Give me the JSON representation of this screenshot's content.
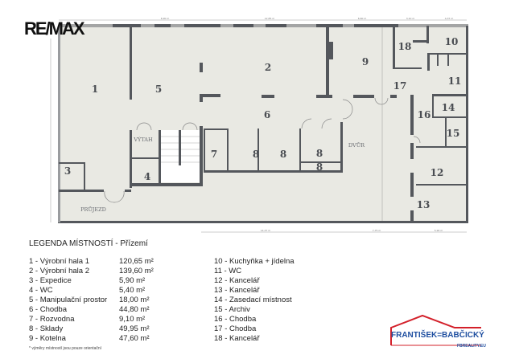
{
  "brand": {
    "logo": "RE/MAX",
    "agency": "FRANTIŠEK=BABČICKÝ",
    "agency_web": "FBREALITY.EU",
    "accent_red": "#d3202a",
    "accent_blue": "#1f4fa0"
  },
  "plan": {
    "rooms": {
      "r1": "1",
      "r2": "2",
      "r3": "3",
      "r4": "4",
      "r5": "5",
      "r6": "6",
      "r7": "7",
      "r8": "8",
      "r9": "9",
      "r10": "10",
      "r11": "11",
      "r12": "12",
      "r13": "13",
      "r14": "14",
      "r15": "15",
      "r16": "16",
      "r17": "17",
      "r18": "18"
    },
    "labels": {
      "elevator": "VÝTAH",
      "passage": "PRŮJEZD",
      "yard": "DVŮR"
    },
    "dimensions_top": [
      "6,90 m",
      "12,85 m",
      "6,60 m",
      "3,10 m",
      "4,37 m"
    ],
    "dimensions_bottom": [
      "14,37 m",
      "7,75 m",
      "5,90 m"
    ]
  },
  "legend": {
    "title": "LEGENDA MÍSTNOSTÍ - Přízemí",
    "left": [
      {
        "name": "1 - Výrobní hala 1",
        "area": "120,65 m²"
      },
      {
        "name": "2 - Výrobní hala 2",
        "area": "139,60 m²"
      },
      {
        "name": "3 - Expedice",
        "area": "5,90 m²"
      },
      {
        "name": "4 - WC",
        "area": "5,40 m²"
      },
      {
        "name": "5 - Manipulační prostor",
        "area": "18,00 m²"
      },
      {
        "name": "6 - Chodba",
        "area": "44,80 m²"
      },
      {
        "name": "7 - Rozvodna",
        "area": "9,10 m²"
      },
      {
        "name": "8 - Sklady",
        "area": "49,95 m²"
      },
      {
        "name": "9 - Kotelna",
        "area": "47,60 m²"
      }
    ],
    "right": [
      "10 - Kuchyňka + jídelna",
      "11 - WC",
      "12 - Kancelář",
      "13 - Kancelář",
      "14 - Zasedací místnost",
      "15 - Archiv",
      "16 - Chodba",
      "17 - Chodba",
      "18 - Kancelář"
    ],
    "note": "* výměry místností jsou pouze orientační"
  }
}
